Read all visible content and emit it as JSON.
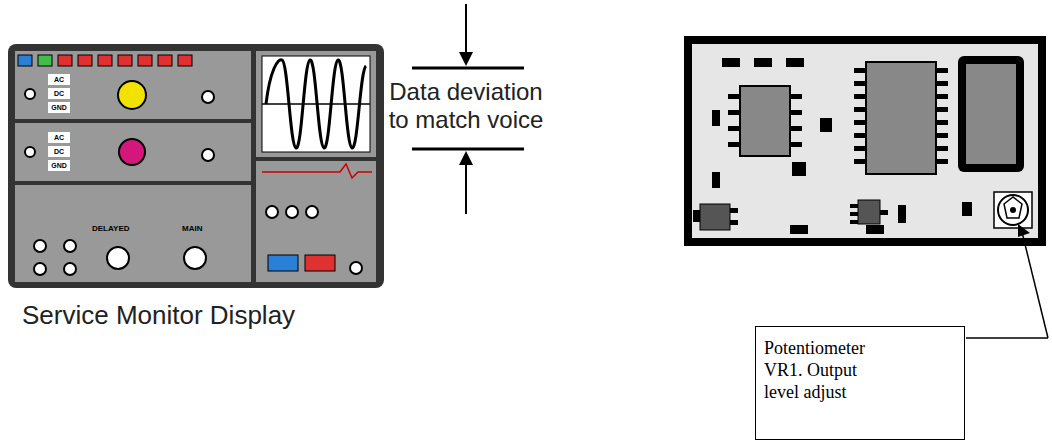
{
  "diagram": {
    "nodes": [
      {
        "text": [
          "Potentiometer VR1. Output level adjust"
        ]
      }
    ],
    "labels": [
      "Service Monitor Display",
      "Data deviation to match voice",
      "AC",
      "DC",
      "GND",
      "AC",
      "DC",
      "GND",
      "DELAYED",
      "MAIN"
    ]
  }
}
